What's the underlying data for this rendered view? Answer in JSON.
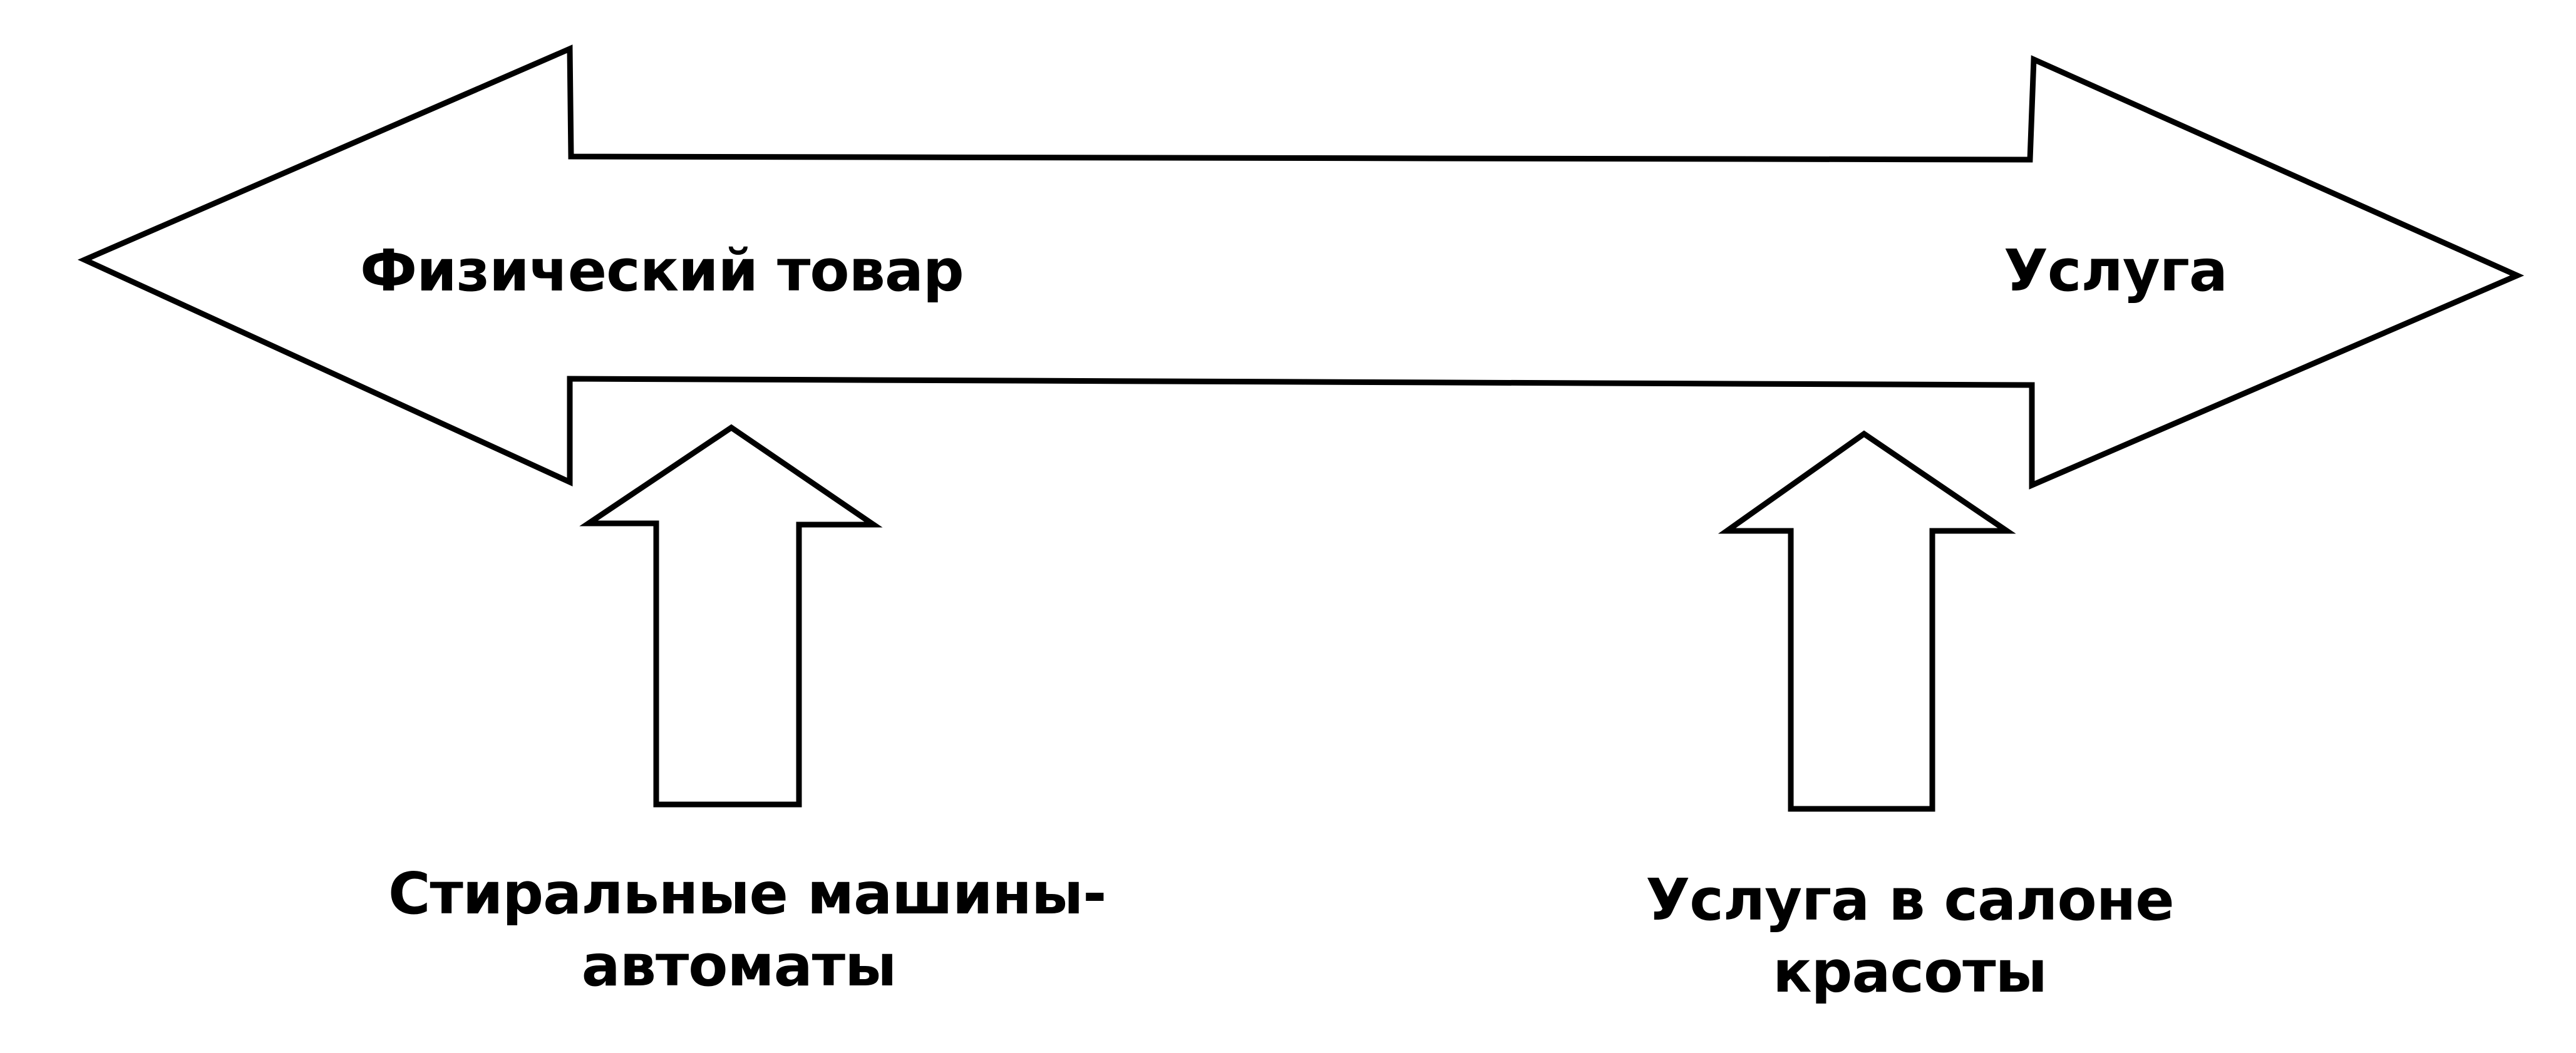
{
  "diagram": {
    "spectrum_arrow": {
      "left_label": "Физический товар",
      "right_label": "Услуга"
    },
    "examples": [
      {
        "line1": "Стиральные машины-",
        "line2": "автоматы"
      },
      {
        "line1": "Услуга в салоне",
        "line2": "красоты"
      }
    ]
  }
}
